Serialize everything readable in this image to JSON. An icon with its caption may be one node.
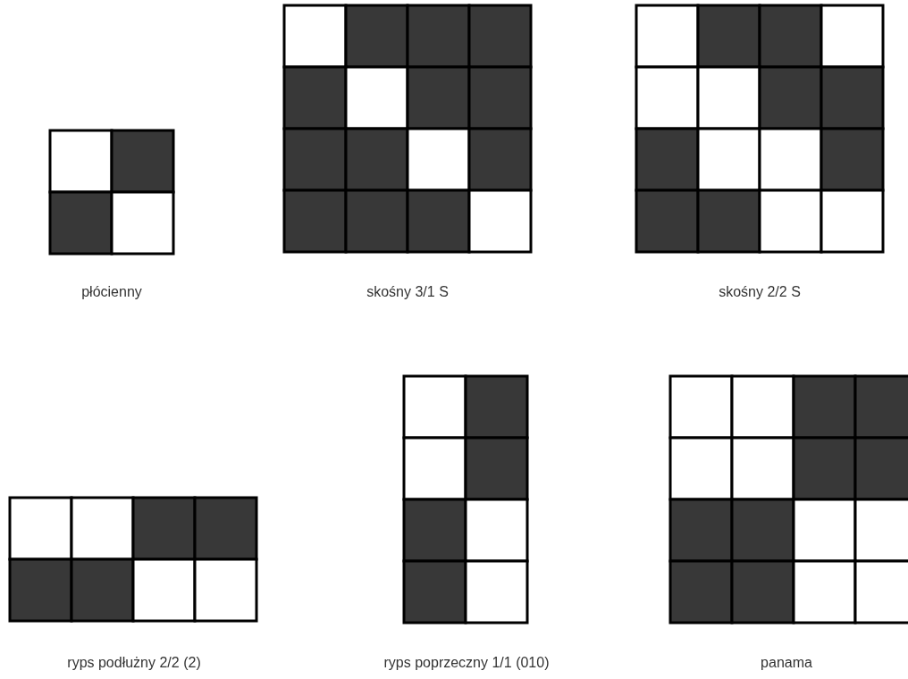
{
  "diagram": {
    "labels": [
      "płócienny",
      "skośny 3/1 S",
      "skośny 2/2 S",
      "ryps podłużny 2/2 (2)",
      "ryps poprzeczny 1/1 (010)",
      "panama"
    ]
  }
}
